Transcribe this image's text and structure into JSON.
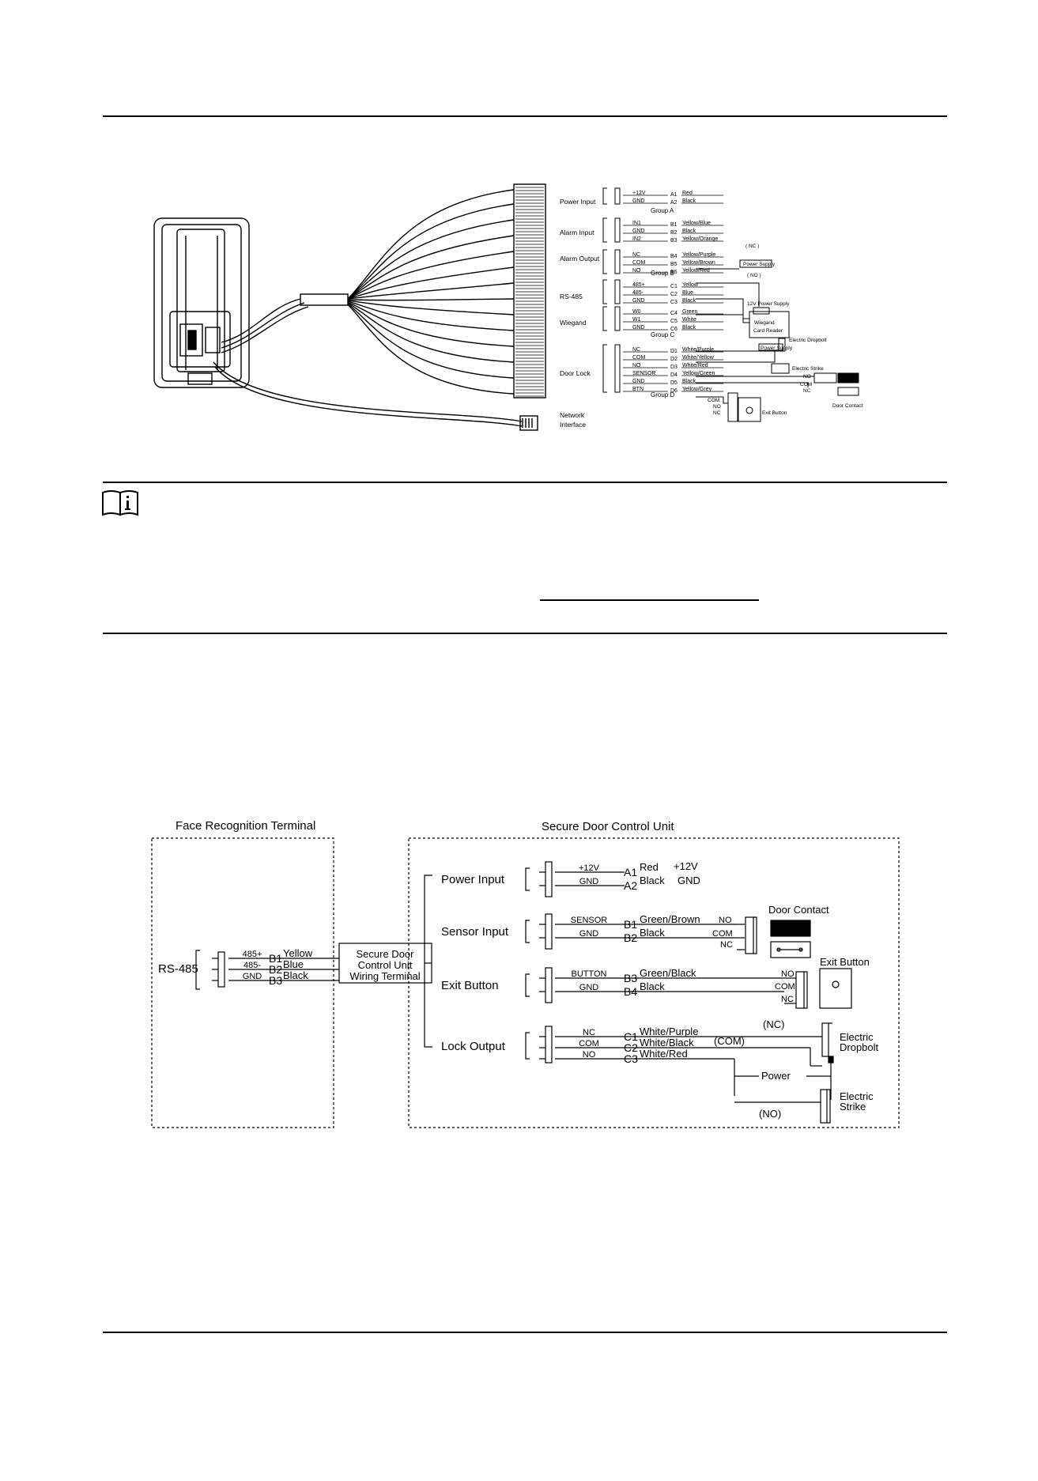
{
  "wiring": {
    "groups": [
      {
        "label": "Power Input",
        "pins": [
          {
            "signal": "+12V",
            "pin": "A1",
            "color": "Red"
          },
          {
            "signal": "GND",
            "pin": "A2",
            "color": "Black"
          }
        ]
      },
      {
        "label": "Alarm Input",
        "pins": [
          {
            "signal": "IN1",
            "pin": "B1",
            "color": "Yellow/Blue"
          },
          {
            "signal": "GND",
            "pin": "B2",
            "color": "Black"
          },
          {
            "signal": "IN2",
            "pin": "B3",
            "color": "Yellow/Orange"
          }
        ]
      },
      {
        "label": "Alarm Output",
        "pins": [
          {
            "signal": "NC",
            "pin": "B4",
            "color": "Yellow/Purple"
          },
          {
            "signal": "COM",
            "pin": "B5",
            "color": "Yellow/Brown"
          },
          {
            "signal": "NO",
            "pin": "B6",
            "color": "Yellow/Red"
          }
        ]
      },
      {
        "label": "RS-485",
        "pins": [
          {
            "signal": "485+",
            "pin": "C1",
            "color": "Yellow"
          },
          {
            "signal": "485-",
            "pin": "C2",
            "color": "Blue"
          },
          {
            "signal": "GND",
            "pin": "C3",
            "color": "Black"
          }
        ]
      },
      {
        "label": "Wiegand",
        "pins": [
          {
            "signal": "W0",
            "pin": "C4",
            "color": "Green"
          },
          {
            "signal": "W1",
            "pin": "C5",
            "color": "White"
          },
          {
            "signal": "GND",
            "pin": "C6",
            "color": "Black"
          }
        ]
      },
      {
        "label": "Door Lock",
        "pins": [
          {
            "signal": "NC",
            "pin": "D1",
            "color": "White/Purple"
          },
          {
            "signal": "COM",
            "pin": "D2",
            "color": "White/Yellow"
          },
          {
            "signal": "NO",
            "pin": "D3",
            "color": "White/Red"
          },
          {
            "signal": "SENSOR",
            "pin": "D4",
            "color": "Yellow/Green"
          },
          {
            "signal": "GND",
            "pin": "D5",
            "color": "Black"
          },
          {
            "signal": "BTN",
            "pin": "D6",
            "color": "Yellow/Grey"
          }
        ]
      }
    ],
    "group_names": [
      "Group A",
      "Group B",
      "Group C",
      "Group D"
    ],
    "nc_label": "( NC )",
    "no_label": "( NO )",
    "power_supply_small": "Power Supply",
    "power_supply_12v": "12V Power Supply",
    "wiegand_reader": [
      "Wiegand",
      "Card Reader"
    ],
    "electric_dropbolt": "Electric Dropbolt",
    "electric_strike": "Electric Strike",
    "exit_button": "Exit Button",
    "door_contact": "Door Contact",
    "network_interface": [
      "Network",
      "Interface"
    ],
    "contact_terms": [
      "NO",
      "COM",
      "NC"
    ]
  },
  "sdc": {
    "left_title": "Face Recognition Terminal",
    "right_title": "Secure Door Control Unit",
    "rs485_label": "RS-485",
    "rs485_pins": [
      {
        "signal": "485+",
        "pin": "B1",
        "color": "Yellow"
      },
      {
        "signal": "485-",
        "pin": "B2",
        "color": "Blue"
      },
      {
        "signal": "GND",
        "pin": "B3",
        "color": "Black"
      }
    ],
    "terminal_box": [
      "Secure Door",
      "Control Unit",
      "Wiring Terminal"
    ],
    "power": {
      "label": "Power Input",
      "pins": [
        {
          "signal": "+12V",
          "pin": "A1",
          "color": "Red",
          "note": "+12V"
        },
        {
          "signal": "GND",
          "pin": "A2",
          "color": "Black",
          "note": "GND"
        }
      ]
    },
    "sensor": {
      "label": "Sensor Input",
      "pins": [
        {
          "signal": "SENSOR",
          "pin": "B1",
          "color": "Green/Brown"
        },
        {
          "signal": "GND",
          "pin": "B2",
          "color": "Black"
        }
      ]
    },
    "exit": {
      "label": "Exit Button",
      "pins": [
        {
          "signal": "BUTTON",
          "pin": "B3",
          "color": "Green/Black"
        },
        {
          "signal": "GND",
          "pin": "B4",
          "color": "Black"
        }
      ]
    },
    "lock": {
      "label": "Lock Output",
      "pins": [
        {
          "signal": "NC",
          "pin": "C1",
          "color": "White/Purple"
        },
        {
          "signal": "COM",
          "pin": "C2",
          "color": "White/Black"
        },
        {
          "signal": "NO",
          "pin": "C3",
          "color": "White/Red"
        }
      ]
    },
    "contact_terms": [
      "NO",
      "COM",
      "NC"
    ],
    "door_contact": "Door Contact",
    "exit_button_device": "Exit Button",
    "nc_tag": "(NC)",
    "com_tag": "(COM)",
    "no_tag": "(NO)",
    "power_label": "Power",
    "electric_dropbolt": [
      "Electric",
      "Dropbolt"
    ],
    "electric_strike": [
      "Electric",
      "Strike"
    ]
  },
  "colors": {
    "ink": "#000000",
    "page": "#ffffff"
  },
  "icons": {
    "note": "info-book-icon"
  }
}
